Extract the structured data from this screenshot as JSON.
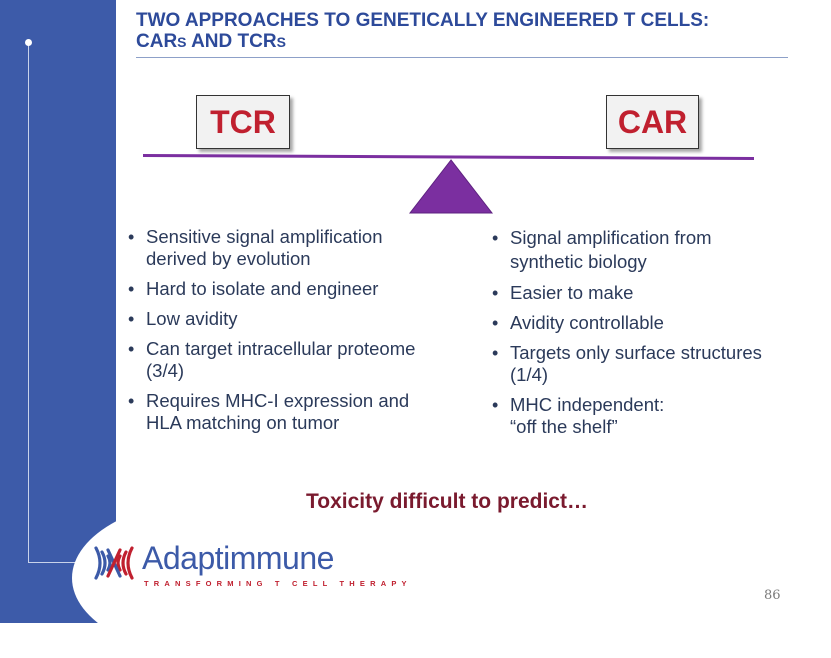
{
  "slide": {
    "title_line1": "TWO APPROACHES TO GENETICALLY ENGINEERED T CELLS:",
    "title_car": "CAR",
    "title_s1": "S",
    "title_and": " AND TCR",
    "title_s2": "S",
    "label_left": "TCR",
    "label_right": "CAR",
    "left_bullets": [
      {
        "line1": "Sensitive signal amplification",
        "line2": "derived by evolution"
      },
      {
        "line1": "Hard to isolate and engineer",
        "line2": ""
      },
      {
        "line1": "Low avidity",
        "line2": ""
      },
      {
        "line1": "Can target intracellular proteome",
        "line2": "(3/4)"
      },
      {
        "line1": "Requires MHC-I expression and",
        "line2": "HLA matching on tumor"
      }
    ],
    "right_bullets": [
      {
        "line1": "Signal amplification from",
        "line2": "synthetic biology"
      },
      {
        "line1": "Easier to make",
        "line2": ""
      },
      {
        "line1": "Avidity controllable",
        "line2": ""
      },
      {
        "line1": "Targets only surface structures",
        "line2": "(1/4)"
      },
      {
        "line1": "MHC independent:",
        "line2": "“off the shelf”"
      }
    ],
    "conclusion": "Toxicity difficult to predict…",
    "page_number": "86"
  },
  "logo": {
    "name": "Adaptimmune",
    "tagline": "TRANSFORMING T CELL THERAPY",
    "icon": "adaptimmune-logo-mark"
  },
  "colors": {
    "sidebar": "#3d5ba9",
    "title": "#2d4a9a",
    "label_text": "#c0202f",
    "seesaw": "#7b2fa0",
    "conclusion": "#7a1a2e"
  }
}
